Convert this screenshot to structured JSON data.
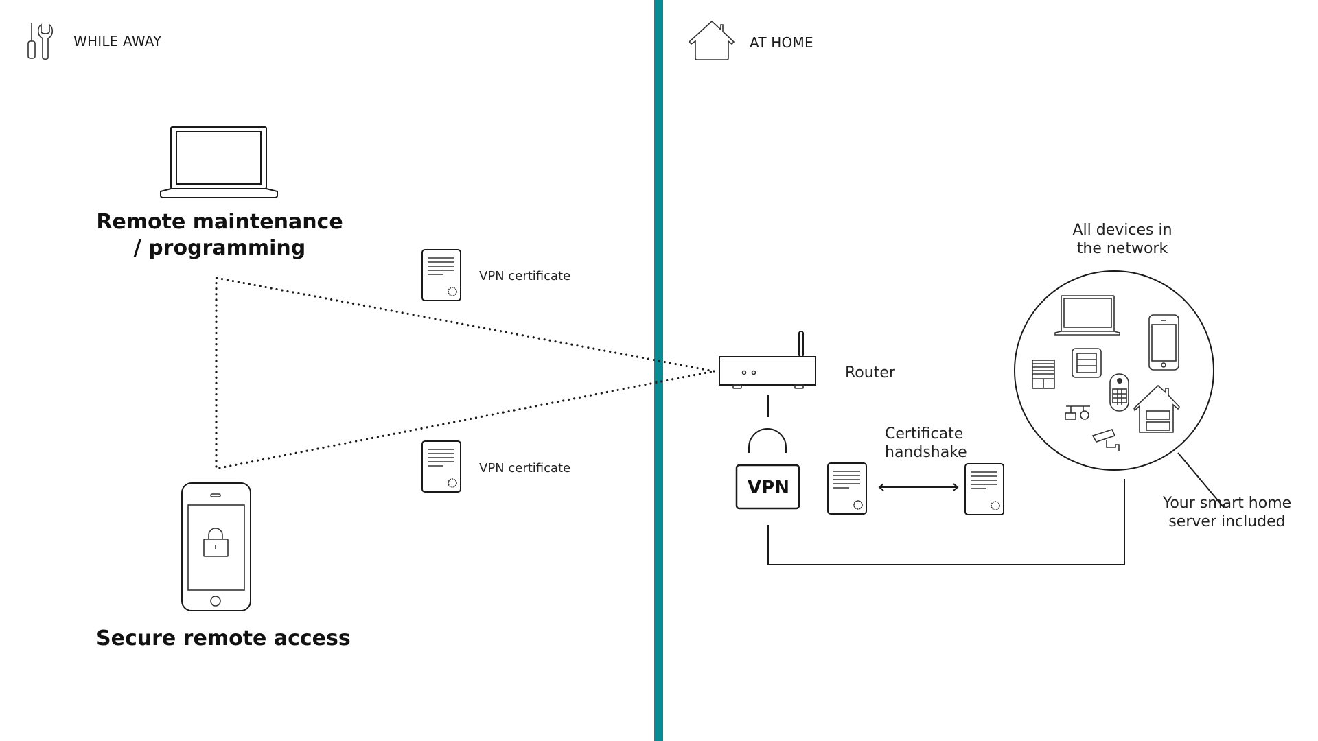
{
  "left_panel": {
    "header": {
      "icon": "tools-icon",
      "label": "WHILE AWAY"
    },
    "remote_maintenance": {
      "icon": "laptop-icon",
      "line1": "Remote maintenance",
      "line2": "/ programming"
    },
    "secure_access": {
      "icon": "smartphone-lock-icon",
      "label": "Secure remote access"
    },
    "certificates": [
      {
        "icon": "certificate-icon",
        "label": "VPN certificate"
      },
      {
        "icon": "certificate-icon",
        "label": "VPN certificate"
      }
    ]
  },
  "right_panel": {
    "header": {
      "icon": "house-icon",
      "label": "AT HOME"
    },
    "router": {
      "icon": "router-icon",
      "label": "Router"
    },
    "vpn": {
      "icon": "padlock-icon",
      "label": "VPN"
    },
    "handshake": {
      "line1": "Certificate",
      "line2": "handshake",
      "icon": "double-arrow-icon"
    },
    "network": {
      "line1": "All devices in",
      "line2": "the network",
      "devices": [
        "laptop",
        "smartphone",
        "blinds",
        "switch-panel",
        "keypad",
        "lighting",
        "security-camera",
        "smart-home-server"
      ]
    },
    "server_note": {
      "line1": "Your smart home",
      "line2": "server included"
    }
  },
  "colors": {
    "divider": "#0a8a91",
    "ink": "#1a1a1a"
  }
}
